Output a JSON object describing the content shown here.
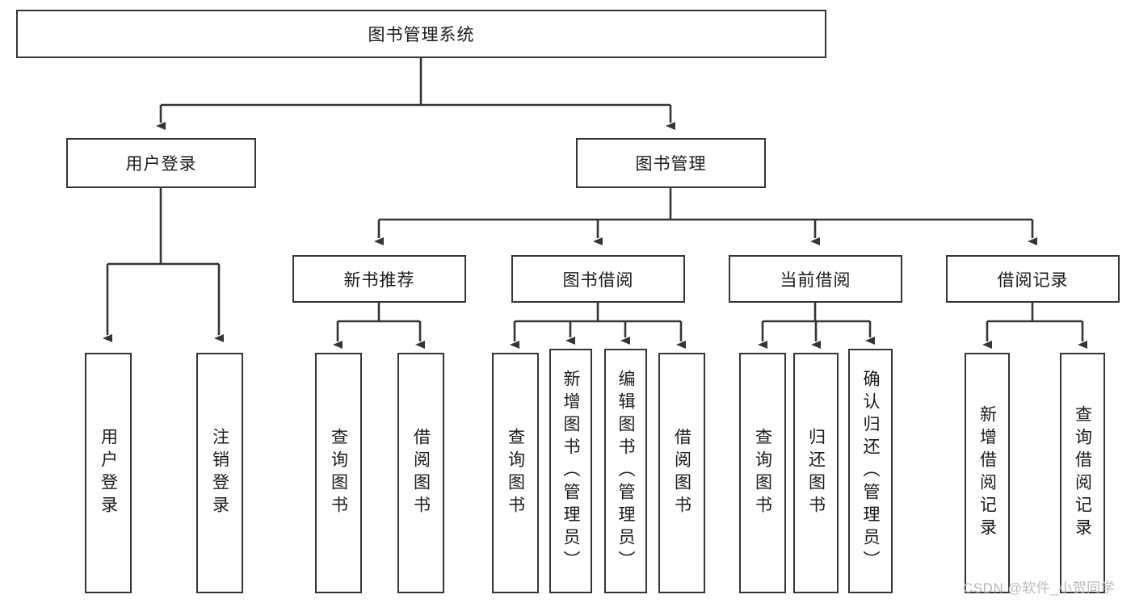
{
  "diagram": {
    "type": "tree-hierarchy",
    "title": "图书管理系统",
    "orientation": "top-down",
    "colors": {
      "background": "#ffffff",
      "node_border": "#353535",
      "node_fill": "#ffffff",
      "edge": "#353535",
      "text": "#1a1a1a",
      "watermark": "#b9b9b9"
    },
    "root": {
      "id": "root",
      "label": "图书管理系统",
      "text_direction": "horizontal"
    },
    "level2": [
      {
        "id": "user-login",
        "label": "用户登录",
        "text_direction": "horizontal"
      },
      {
        "id": "book-manage",
        "label": "图书管理",
        "text_direction": "horizontal"
      }
    ],
    "level3": [
      {
        "id": "new-book-recommend",
        "label": "新书推荐",
        "text_direction": "horizontal",
        "parent": "book-manage"
      },
      {
        "id": "book-borrow",
        "label": "图书借阅",
        "text_direction": "horizontal",
        "parent": "book-manage"
      },
      {
        "id": "current-borrow",
        "label": "当前借阅",
        "text_direction": "horizontal",
        "parent": "book-manage"
      },
      {
        "id": "borrow-record",
        "label": "借阅记录",
        "text_direction": "horizontal",
        "parent": "book-manage"
      }
    ],
    "leaves": [
      {
        "id": "leaf-user-login",
        "label": "用户登录",
        "parent": "user-login",
        "text_direction": "vertical"
      },
      {
        "id": "leaf-user-logout",
        "label": "注销登录",
        "parent": "user-login",
        "text_direction": "vertical"
      },
      {
        "id": "leaf-query-book-1",
        "label": "查询图书",
        "parent": "new-book-recommend",
        "text_direction": "vertical"
      },
      {
        "id": "leaf-borrow-book-1",
        "label": "借阅图书",
        "parent": "new-book-recommend",
        "text_direction": "vertical"
      },
      {
        "id": "leaf-query-book-2",
        "label": "查询图书",
        "parent": "book-borrow",
        "text_direction": "vertical"
      },
      {
        "id": "leaf-add-book",
        "label": "新增图书（管理员）",
        "parent": "book-borrow",
        "text_direction": "vertical"
      },
      {
        "id": "leaf-edit-book",
        "label": "编辑图书（管理员）",
        "parent": "book-borrow",
        "text_direction": "vertical"
      },
      {
        "id": "leaf-borrow-book-2",
        "label": "借阅图书",
        "parent": "book-borrow",
        "text_direction": "vertical"
      },
      {
        "id": "leaf-query-book-3",
        "label": "查询图书",
        "parent": "current-borrow",
        "text_direction": "vertical"
      },
      {
        "id": "leaf-return-book",
        "label": "归还图书",
        "parent": "current-borrow",
        "text_direction": "vertical"
      },
      {
        "id": "leaf-confirm-return",
        "label": "确认归还（管理员）",
        "parent": "current-borrow",
        "text_direction": "vertical"
      },
      {
        "id": "leaf-add-record",
        "label": "新增借阅记录",
        "parent": "borrow-record",
        "text_direction": "vertical"
      },
      {
        "id": "leaf-query-record",
        "label": "查询借阅记录",
        "parent": "borrow-record",
        "text_direction": "vertical"
      }
    ]
  },
  "watermark": {
    "text": "CSDN @软件_小贺同学"
  }
}
